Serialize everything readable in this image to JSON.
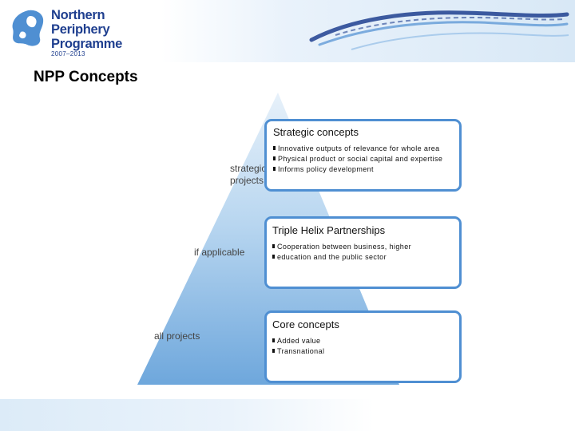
{
  "header": {
    "logo": {
      "line1": "Northern",
      "line2": "Periphery",
      "line3": "Programme",
      "years": "2007–2013"
    }
  },
  "page": {
    "title": "NPP Concepts"
  },
  "pyramid_labels": {
    "top": [
      "strategic",
      "projects"
    ],
    "middle": "if applicable",
    "bottom": "all projects"
  },
  "boxes": {
    "strategic": {
      "title": "Strategic concepts",
      "items": [
        "Innovative outputs of relevance for whole area",
        "Physical product or social capital and expertise",
        "Informs policy development"
      ]
    },
    "triple_helix": {
      "title": "Triple Helix Partnerships",
      "items": [
        "Cooperation between business, higher",
        "education and the public sector"
      ]
    },
    "core": {
      "title": "Core concepts",
      "items": [
        "Added value",
        "Transnational"
      ]
    }
  },
  "colors": {
    "brand": "#1f3f8f",
    "box_border": "#4f8fd2",
    "pyramid_top": "#e7f1fa",
    "pyramid_bottom": "#6ea7dc"
  }
}
